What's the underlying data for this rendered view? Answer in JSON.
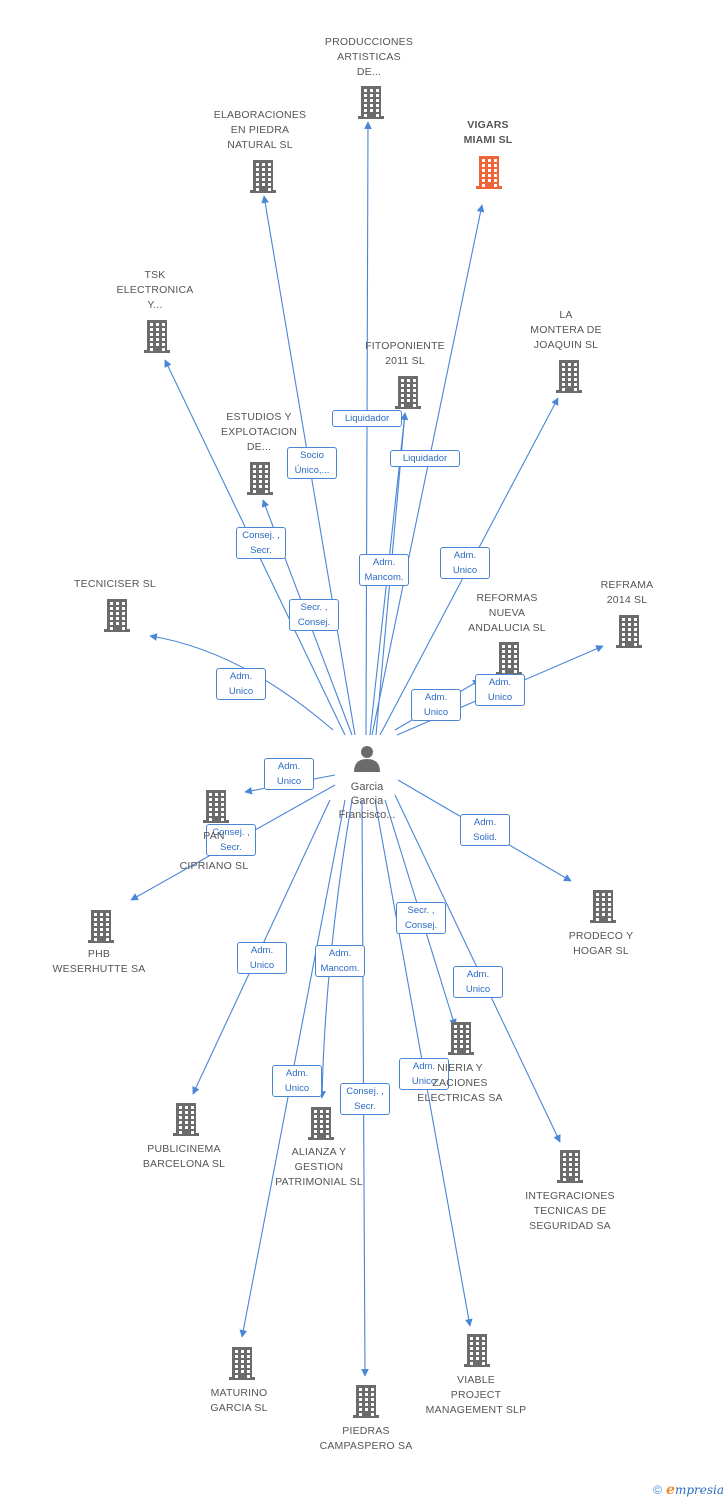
{
  "person": {
    "label": "Garcia\nGarcia\nFrancisco..."
  },
  "companies": [
    {
      "id": "producciones",
      "label": "PRODUCCIONES\nARTISTICAS\nDE...",
      "highlight": false
    },
    {
      "id": "elaboraciones",
      "label": "ELABORACIONES\nEN PIEDRA\nNATURAL SL",
      "highlight": false
    },
    {
      "id": "vigars",
      "label": "VIGARS\nMIAMI SL",
      "highlight": true
    },
    {
      "id": "tsk",
      "label": "TSK\nELECTRONICA\nY...",
      "highlight": false
    },
    {
      "id": "fitoponiente",
      "label": "FITOPONIENTE\n2011 SL",
      "highlight": false
    },
    {
      "id": "lamontera",
      "label": "LA\nMONTERA DE\nJOAQUIN SL",
      "highlight": false
    },
    {
      "id": "estudios",
      "label": "ESTUDIOS Y\nEXPLOTACION\nDE...",
      "highlight": false
    },
    {
      "id": "tecniciser",
      "label": "TECNICISER SL",
      "highlight": false
    },
    {
      "id": "reformas",
      "label": "REFORMAS\nNUEVA\nANDALUCIA SL",
      "highlight": false
    },
    {
      "id": "reframa",
      "label": "REFRAMA\n2014 SL",
      "highlight": false
    },
    {
      "id": "panaderia",
      "label": "PAN\n\nCIPRIANO SL",
      "highlight": false
    },
    {
      "id": "phb",
      "label": "PHB\nWESERHUTTE SA",
      "highlight": false
    },
    {
      "id": "prodeco",
      "label": "PRODECO Y\nHOGAR SL",
      "highlight": false
    },
    {
      "id": "ingenieria",
      "label": "NIERIA Y\nZACIONES\nELECTRICAS SA",
      "highlight": false
    },
    {
      "id": "publicinema",
      "label": "PUBLICINEMA\nBARCELONA SL",
      "highlight": false
    },
    {
      "id": "alianza",
      "label": "ALIANZA Y\nGESTION\nPATRIMONIAL SL",
      "highlight": false
    },
    {
      "id": "integraciones",
      "label": "INTEGRACIONES\nTECNICAS DE\nSEGURIDAD SA",
      "highlight": false
    },
    {
      "id": "maturino",
      "label": "MATURINO\nGARCIA SL",
      "highlight": false
    },
    {
      "id": "viable",
      "label": "VIABLE\nPROJECT\nMANAGEMENT SLP",
      "highlight": false
    },
    {
      "id": "piedras",
      "label": "PIEDRAS\nCAMPASPERO SA",
      "highlight": false
    }
  ],
  "edges": [
    {
      "to": "producciones",
      "role": ""
    },
    {
      "to": "elaboraciones",
      "role": "Socio\nÚnico,..."
    },
    {
      "to": "vigars",
      "role": "Liquidador"
    },
    {
      "to": "tsk",
      "role": "Consej. ,\nSecr."
    },
    {
      "to": "fitoponiente",
      "role": "Liquidador"
    },
    {
      "to": "fitoponiente",
      "role": "Adm.\nMancom."
    },
    {
      "to": "lamontera",
      "role": "Adm.\nUnico"
    },
    {
      "to": "estudios",
      "role": "Secr. ,\nConsej."
    },
    {
      "to": "tecniciser",
      "role": "Adm.\nUnico"
    },
    {
      "to": "reformas",
      "role": "Adm.\nUnico"
    },
    {
      "to": "reframa",
      "role": "Adm.\nUnico"
    },
    {
      "to": "panaderia",
      "role": "Adm.\nUnico"
    },
    {
      "to": "phb",
      "role": "Consej. ,\nSecr."
    },
    {
      "to": "prodeco",
      "role": "Adm.\nSolid."
    },
    {
      "to": "ingenieria",
      "role": "Secr. ,\nConsej."
    },
    {
      "to": "integraciones",
      "role": "Adm.\nUnico"
    },
    {
      "to": "publicinema",
      "role": "Adm.\nUnico"
    },
    {
      "to": "alianza",
      "role": "Adm.\nMancom."
    },
    {
      "to": "maturino",
      "role": "Adm.\nUnico"
    },
    {
      "to": "piedras",
      "role": "Consej. ,\nSecr."
    },
    {
      "to": "viable",
      "role": "Adm.\nUnico"
    }
  ],
  "colors": {
    "edge": "#4a86d6",
    "node": "#6b6b6b",
    "highlight": "#f0643a"
  },
  "footer": {
    "copyright": "©",
    "brand_e": "e",
    "brand_rest": "mpresia"
  }
}
